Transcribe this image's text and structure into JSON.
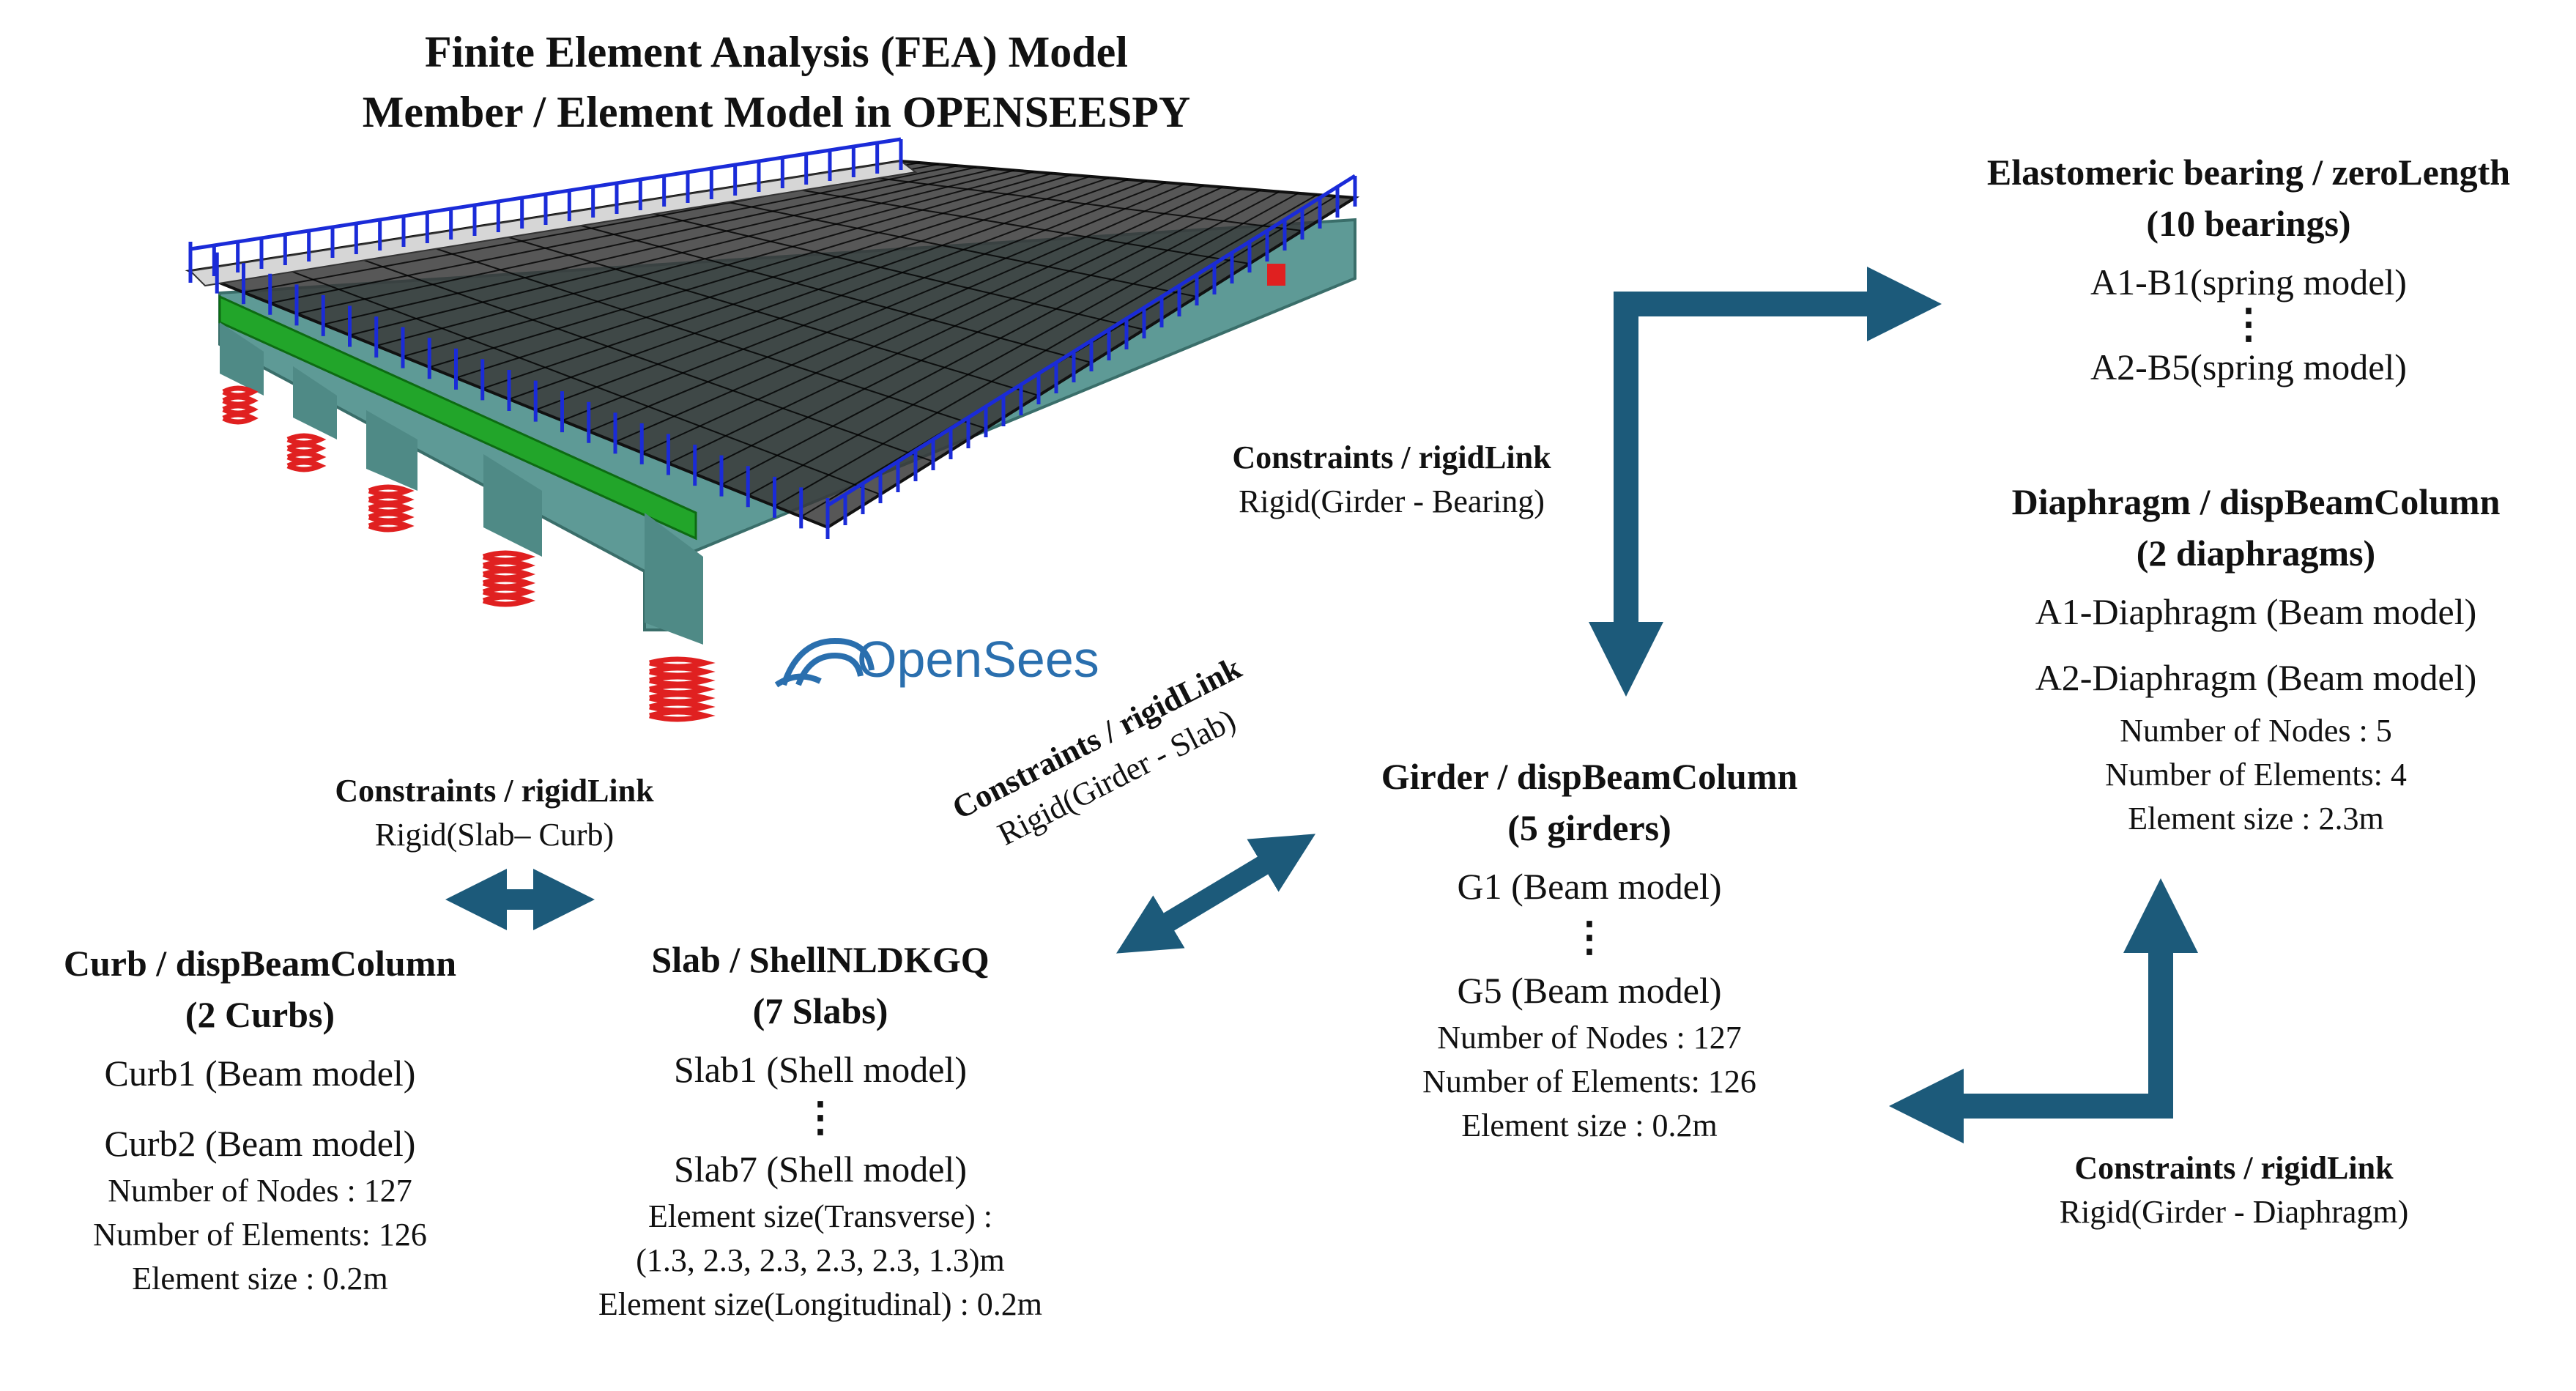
{
  "title": {
    "line1": "Finite Element Analysis (FEA) Model",
    "line2": "Member / Element Model in OPENSEESPY"
  },
  "logo": {
    "text": "OpenSees"
  },
  "colors": {
    "arrow": "#1c5a7a",
    "girder_green": "#22a52a",
    "spring_red": "#e02020",
    "rail_blue": "#1a2bd8",
    "deck_dark": "#3a3a3a",
    "girder_teal": "#5e9a96"
  },
  "bearing": {
    "heading1": "Elastomeric bearing /  zeroLength",
    "heading2": "(10 bearings)",
    "item_first": "A1-B1(spring model)",
    "dots": "⋮",
    "item_last": "A2-B5(spring model)"
  },
  "diaphragm": {
    "heading1": "Diaphragm / dispBeamColumn",
    "heading2": "(2 diaphragms)",
    "item1": "A1-Diaphragm (Beam model)",
    "item2": "A2-Diaphragm (Beam model)",
    "nodes": "Number of Nodes : 5",
    "elements": "Number of Elements: 4",
    "size": "Element size : 2.3m"
  },
  "girder": {
    "heading1": "Girder / dispBeamColumn",
    "heading2": "(5 girders)",
    "item_first": "G1 (Beam model)",
    "dots": "⋮",
    "item_last": "G5 (Beam model)",
    "nodes": "Number of Nodes : 127",
    "elements": "Number of Elements: 126",
    "size": "Element size : 0.2m"
  },
  "slab": {
    "heading1": "Slab  /  ShellNLDKGQ",
    "heading2": "(7 Slabs)",
    "item_first": "Slab1 (Shell model)",
    "dots": "⋮",
    "item_last": "Slab7 (Shell model)",
    "size_trans_label": "Element size(Transverse) :",
    "size_trans_value": "(1.3, 2.3, 2.3, 2.3, 2.3, 1.3)m",
    "size_long": "Element size(Longitudinal) : 0.2m"
  },
  "curb": {
    "heading1": "Curb / dispBeamColumn",
    "heading2": "(2 Curbs)",
    "item1": "Curb1 (Beam model)",
    "item2": "Curb2 (Beam model)",
    "nodes": "Number of Nodes : 127",
    "elements": "Number of Elements: 126",
    "size": "Element size : 0.2m"
  },
  "constraints": {
    "girder_bearing": {
      "label": "Constraints /  rigidLink",
      "desc": "Rigid(Girder - Bearing)"
    },
    "slab_curb": {
      "label": "Constraints /  rigidLink",
      "desc": "Rigid(Slab– Curb)"
    },
    "girder_slab": {
      "label": "Constraints /  rigidLink",
      "desc": "Rigid(Girder - Slab)"
    },
    "girder_diaphragm": {
      "label": "Constraints /  rigidLink",
      "desc": "Rigid(Girder - Diaphragm)"
    }
  }
}
